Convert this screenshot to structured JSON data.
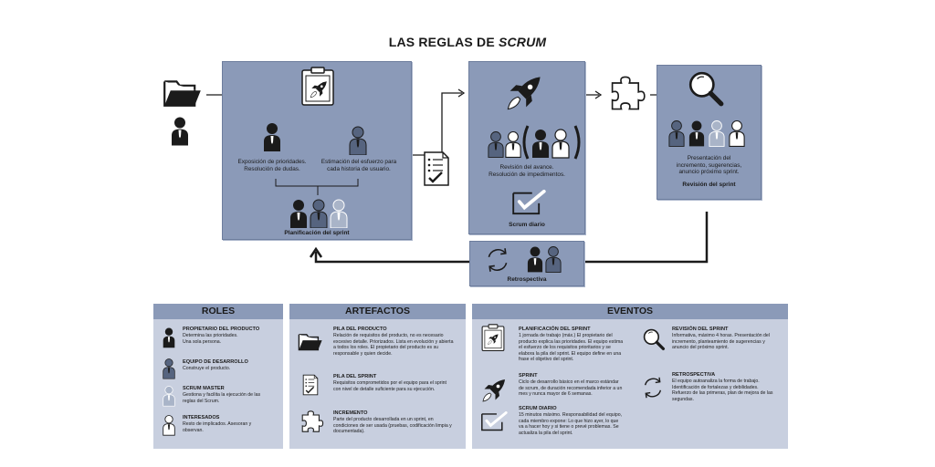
{
  "title": {
    "main": "LAS REGLAS DE ",
    "italic": "SCRUM"
  },
  "planning": {
    "left_text": [
      "Exposición de prioridades.",
      "Resolución de dudas."
    ],
    "right_text": [
      "Estimación del esfuerzo para",
      "cada historia de usuario."
    ],
    "caption": "Planificación del sprint"
  },
  "daily": {
    "text": [
      "Revisión del avance.",
      "Resolución de impedimentos."
    ],
    "caption": "Scrum diario"
  },
  "review": {
    "text": [
      "Presentación del",
      "incremento, sugerencias,",
      "anuncio próximo sprint."
    ],
    "caption": "Revisión del sprint"
  },
  "retro": {
    "caption": "Retrospectiva"
  },
  "roles": {
    "heading": "ROLES",
    "items": [
      {
        "title": "PROPIETARIO DEL PRODUCTO",
        "text": [
          "Determina las prioridades.",
          "Una sola persona."
        ]
      },
      {
        "title": "EQUIPO DE DESARROLLO",
        "text": [
          "Construye el producto."
        ]
      },
      {
        "title": "SCRUM MASTER",
        "text": [
          "Gestiona y facilita la ejecución de las",
          "reglas del Scrum."
        ]
      },
      {
        "title": "INTERESADOS",
        "text": [
          "Resto de implicados. Asesoran y",
          "observan."
        ]
      }
    ]
  },
  "artefactos": {
    "heading": "ARTEFACTOS",
    "items": [
      {
        "title": "PILA DEL PRODUCTO",
        "text": [
          "Relación de requisitos del producto, no es necesario",
          "excesivo detalle. Priorizados. Lista en evolución y abierta",
          "a todos los roles. El propietario del producto es su",
          "responsable y quien decide."
        ]
      },
      {
        "title": "PILA DEL SPRINT",
        "text": [
          "Requisitos comprometidos por el equipo para el sprint",
          "con nivel de detalle suficiente para su ejecución."
        ]
      },
      {
        "title": "INCREMENTO",
        "text": [
          "Parte del producto desarrollada en un sprint, en",
          "condiciones de ser usada (pruebas, codificación limpia y",
          "documentada)."
        ]
      }
    ]
  },
  "eventos": {
    "heading": "EVENTOS",
    "left": [
      {
        "title": "PLANIFICACIÓN DEL SPRINT",
        "text": [
          "1 jornada de trabajo (máx.) El propietario del",
          "producto explica las prioridades. El equipo estima",
          "el esfuerzo de los requisitos prioritarios y se",
          "elabora la pila del sprint. El equipo define en una",
          "frase el objetivo del sprint."
        ]
      },
      {
        "title": "SPRINT",
        "text": [
          "Ciclo de desarrollo básico en el marco estándar",
          "de scrum, de duración recomendada inferior a un",
          "mes y nunca mayor de 6 semanas."
        ]
      },
      {
        "title": "SCRUM DIARIO",
        "text": [
          "15 minutos máximo. Responsabilidad del equipo,",
          "cada miembro expone: Lo que hizo ayer, lo que",
          "va a hacer hoy y si tiene o prevé problemas. Se",
          "actualiza la pila del sprint."
        ]
      }
    ],
    "right": [
      {
        "title": "REVISIÓN DEL SPRINT",
        "text": [
          "Informativa, máximo 4 horas. Presentación del",
          "incremento, planteamiento de sugerencias y",
          "anuncio del próximo sprint."
        ]
      },
      {
        "title": "RETROSPECTIVA",
        "text": [
          "El equipo autoanaliza la forma de trabajo.",
          "Identificación de fortalezas y debilidades.",
          "Refuerzo de las primeras, plan de mejora de las",
          "segundas."
        ]
      }
    ]
  }
}
